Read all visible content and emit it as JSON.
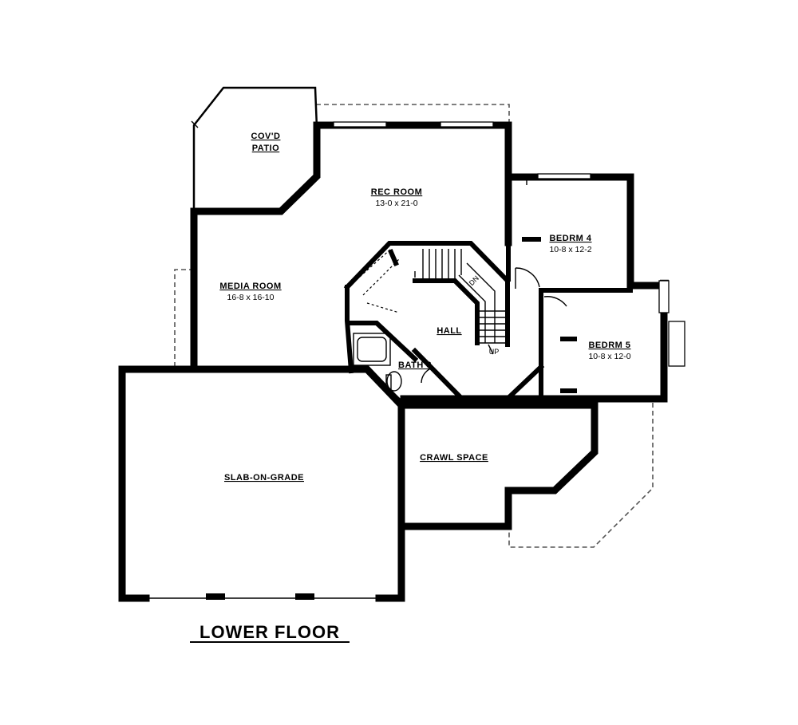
{
  "plan_title": "LOWER FLOOR",
  "rooms": {
    "covd_patio": {
      "name_line1": "COV'D",
      "name_line2": "PATIO"
    },
    "rec_room": {
      "name": "REC ROOM",
      "dims": "13-0 x 21-0"
    },
    "media_room": {
      "name": "MEDIA ROOM",
      "dims": "16-8 x 16-10"
    },
    "bedrm4": {
      "name": "BEDRM 4",
      "dims": "10-8 x 12-2"
    },
    "bedrm5": {
      "name": "BEDRM 5",
      "dims": "10-8 x 12-0"
    },
    "hall": {
      "name": "HALL"
    },
    "bath3": {
      "name": "BATH 3"
    },
    "crawl_space": {
      "name": "CRAWL SPACE"
    },
    "slab": {
      "name": "SLAB-ON-GRADE"
    }
  },
  "stairs": {
    "up_label": "UP",
    "dn_label": "DN"
  }
}
